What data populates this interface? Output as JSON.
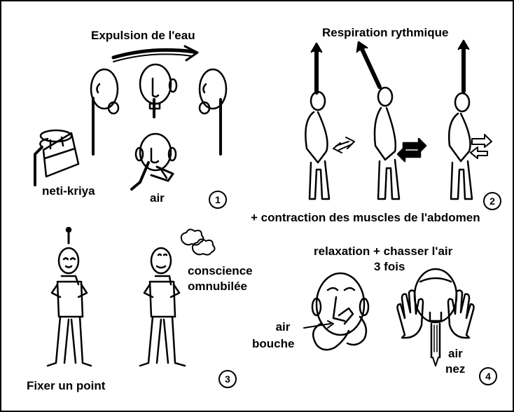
{
  "panel1": {
    "title": "Expulsion de l'eau",
    "label_pot": "neti-kriya",
    "label_air": "air",
    "number": "1"
  },
  "panel2": {
    "title": "Respiration rythmique",
    "caption": "+ contraction des muscles de l'abdomen",
    "number": "2"
  },
  "panel3": {
    "label_left": "Fixer un point",
    "label_right_line1": "conscience",
    "label_right_line2": "omnubilée",
    "number": "3"
  },
  "panel4": {
    "title_line1": "relaxation + chasser l'air",
    "title_line2": "3 fois",
    "label_mouth_line1": "air",
    "label_mouth_line2": "bouche",
    "label_nose_line1": "air",
    "label_nose_line2": "nez",
    "number": "4"
  }
}
